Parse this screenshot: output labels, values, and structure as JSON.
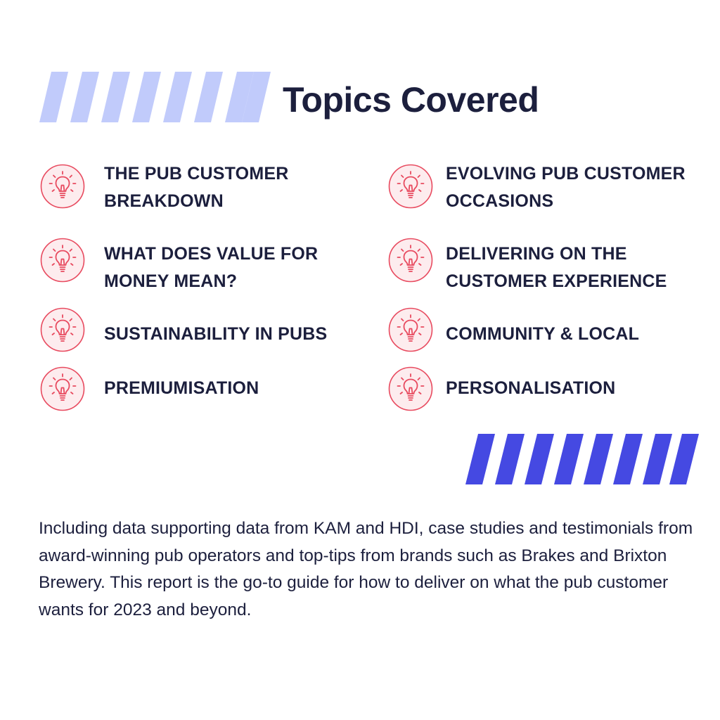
{
  "heading": {
    "title": "Topics Covered"
  },
  "colors": {
    "text": "#1c1f3d",
    "stripes_light": "#c1cbfb",
    "stripes_dark": "#4549e2",
    "icon_accent": "#e84a5f",
    "icon_fill": "#fdecee"
  },
  "icon": "lightbulb-icon",
  "topics": {
    "left": [
      {
        "label": "THE PUB CUSTOMER\nBREAKDOWN"
      },
      {
        "label": "WHAT DOES VALUE FOR\nMONEY MEAN?"
      },
      {
        "label": "SUSTAINABILITY IN PUBS"
      },
      {
        "label": "PREMIUMISATION"
      }
    ],
    "right": [
      {
        "label": "EVOLVING PUB CUSTOMER\nOCCASIONS"
      },
      {
        "label": "DELIVERING ON THE\nCUSTOMER EXPERIENCE"
      },
      {
        "label": "COMMUNITY & LOCAL"
      },
      {
        "label": "PERSONALISATION"
      }
    ]
  },
  "description": "Including data supporting data from KAM and HDI, case studies and testimonials from award-winning pub operators and top-tips from brands such as Brakes and Brixton Brewery. This report is the go-to guide for how to deliver on what the pub customer wants for 2023 and beyond."
}
